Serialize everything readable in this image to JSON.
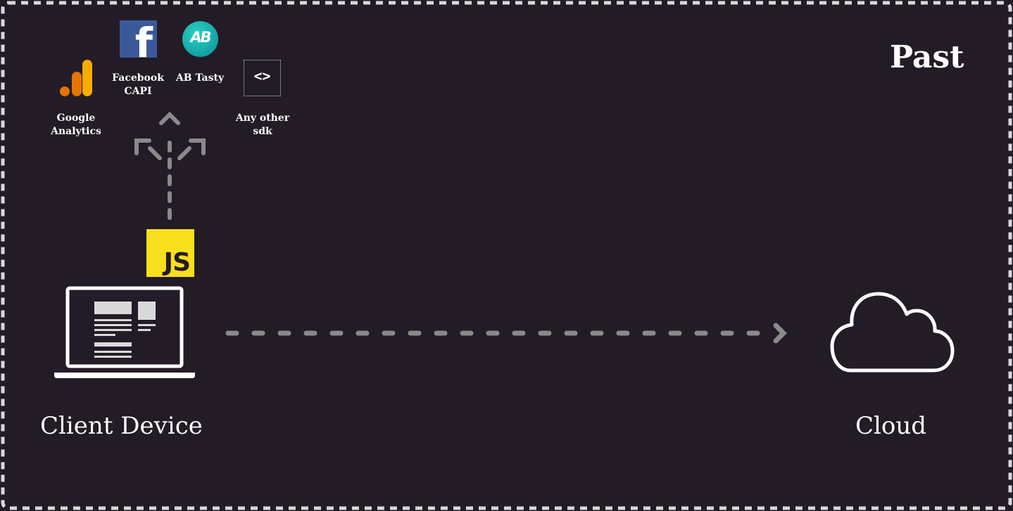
{
  "diagram": {
    "title": "Past",
    "client_device_label": "Client Device",
    "cloud_label": "Cloud",
    "js_badge": "JS",
    "sdks": {
      "google_analytics": [
        "Google",
        "Analytics"
      ],
      "facebook_capi": [
        "Facebook",
        "CAPI"
      ],
      "ab_tasty": "AB Tasty",
      "any_other_sdk": [
        "Any other",
        "sdk"
      ]
    },
    "logo_text": {
      "facebook": "f",
      "ab_tasty": "AB",
      "code": "<>"
    }
  },
  "colors": {
    "background": "#231b26",
    "frame_dash": "#d9d9d9",
    "arrow": "#8a8a8a",
    "js_yellow": "#f7df1e",
    "facebook_blue": "#3b5998",
    "ab_teal": "#17a8a8",
    "ga_orange": "#f9ab00",
    "ga_dark_orange": "#e37400"
  },
  "icons": [
    "google-analytics-icon",
    "facebook-icon",
    "ab-tasty-icon",
    "code-icon",
    "javascript-icon",
    "laptop-icon",
    "cloud-icon"
  ]
}
